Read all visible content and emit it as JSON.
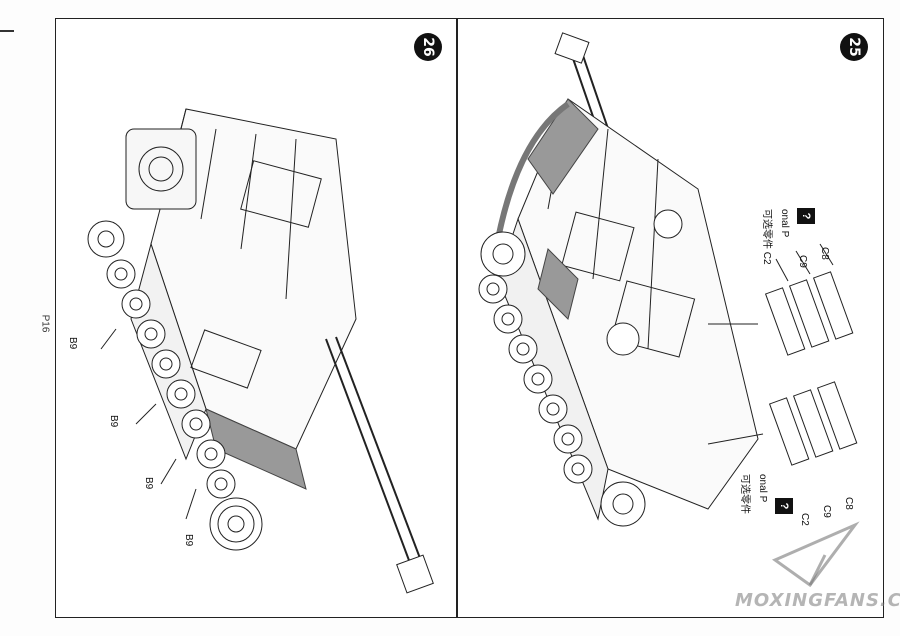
{
  "page": {
    "number": "P16",
    "watermark": "MOXINGFANS.COM"
  },
  "step_left": {
    "number": "26",
    "callouts": [
      "B9",
      "B9",
      "B9",
      "B9"
    ]
  },
  "step_right": {
    "number": "25",
    "option_top": {
      "badge": "?",
      "line1": "onal P",
      "line2": "可选零件 C2"
    },
    "option_bottom": {
      "badge": "?",
      "line1": "onal P",
      "line2": "可选零件"
    },
    "parts_top": [
      "C8",
      "C9",
      "C2"
    ],
    "parts_bottom": [
      "C8",
      "C9",
      "C2"
    ]
  },
  "colors": {
    "line": "#222222",
    "hatch": "#555555",
    "badge_bg": "#111111"
  }
}
